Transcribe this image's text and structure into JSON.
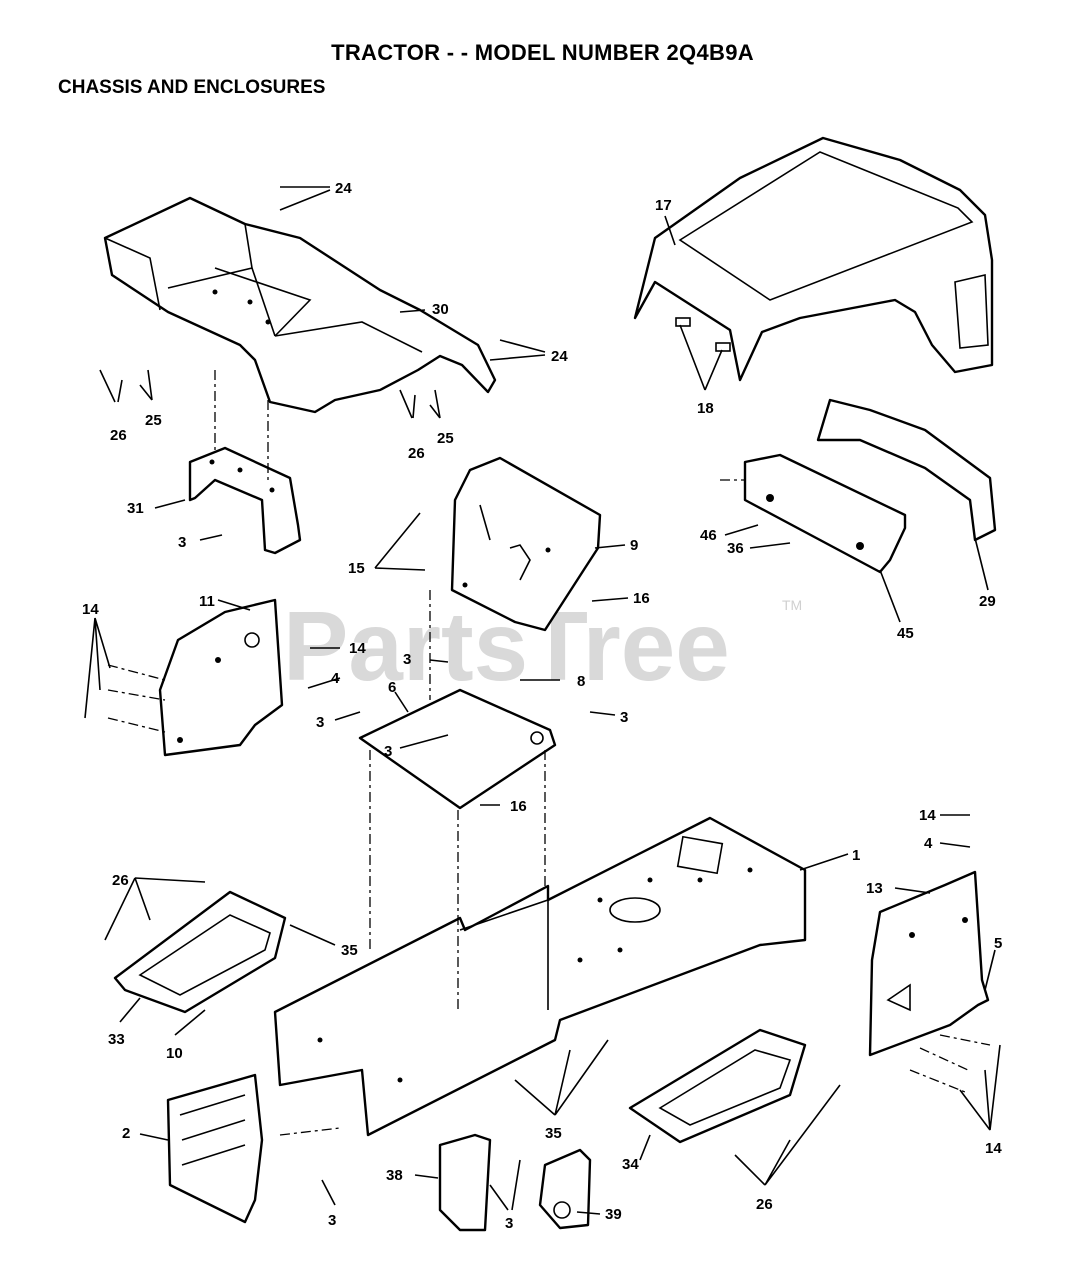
{
  "title": "TRACTOR - - MODEL NUMBER 2Q4B9A",
  "subtitle": "CHASSIS AND ENCLOSURES",
  "watermark": {
    "text": "PartsTree",
    "tm": "TM"
  },
  "callouts": [
    "24",
    "17",
    "30",
    "24",
    "25",
    "26",
    "25",
    "26",
    "18",
    "31",
    "3",
    "9",
    "46",
    "36",
    "15",
    "16",
    "29",
    "45",
    "11",
    "14",
    "14",
    "4",
    "3",
    "8",
    "6",
    "3",
    "3",
    "3",
    "16",
    "14",
    "4",
    "1",
    "26",
    "13",
    "35",
    "5",
    "33",
    "10",
    "2",
    "35",
    "34",
    "26",
    "14",
    "38",
    "3",
    "3",
    "39"
  ]
}
